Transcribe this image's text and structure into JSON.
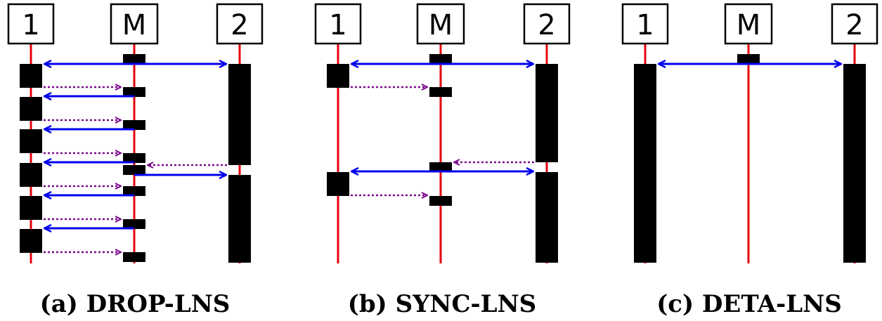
{
  "colors": {
    "lifeline": "#e8000b",
    "block": "#000000",
    "solid_arrow": "#0000ee",
    "dotted_arrow": "#7b0a8c",
    "box_border": "#000000",
    "background": "#ffffff"
  },
  "panels": [
    {
      "caption": "(a) DROP-LNS",
      "labels": {
        "left": "1",
        "middle": "M",
        "right": "2"
      }
    },
    {
      "caption": "(b) SYNC-LNS",
      "labels": {
        "left": "1",
        "middle": "M",
        "right": "2"
      }
    },
    {
      "caption": "(c) DETA-LNS",
      "labels": {
        "left": "1",
        "middle": "M",
        "right": "2"
      }
    }
  ]
}
